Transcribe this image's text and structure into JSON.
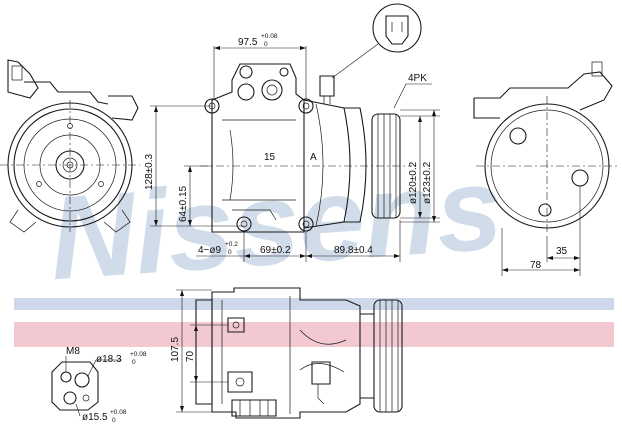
{
  "brand": {
    "watermark_text": "Nissens",
    "watermark_color": "#c9d6e8",
    "stripe_blue": "#cdd9ea",
    "stripe_red": "#f2c9d1"
  },
  "labels": {
    "belt": "4PK",
    "bolt": "M8",
    "center_mark_left": "15",
    "center_mark_right": "A"
  },
  "dimensions": {
    "top_width": {
      "value": "97.5",
      "tol_upper": "+0.08",
      "tol_lower": "0"
    },
    "height_128": {
      "value": "128±0.3"
    },
    "height_64": {
      "value": "64±0.15"
    },
    "hole_spec": {
      "value": "4−ø9",
      "tol_upper": "+0.2",
      "tol_lower": "0"
    },
    "len_69": {
      "value": "69±0.2"
    },
    "len_898": {
      "value": "89.8±0.4"
    },
    "dia_120": {
      "value": "ø120±0.2"
    },
    "dia_123": {
      "value": "ø123±0.2"
    },
    "width_78": {
      "value": "78"
    },
    "width_35": {
      "value": "35"
    },
    "height_1075": {
      "value": "107.5"
    },
    "height_70": {
      "value": "70"
    },
    "port_183": {
      "value": "ø18.3",
      "tol_upper": "+0.08",
      "tol_lower": "0"
    },
    "port_155": {
      "value": "ø15.5",
      "tol_upper": "+0.08",
      "tol_lower": "0"
    }
  }
}
